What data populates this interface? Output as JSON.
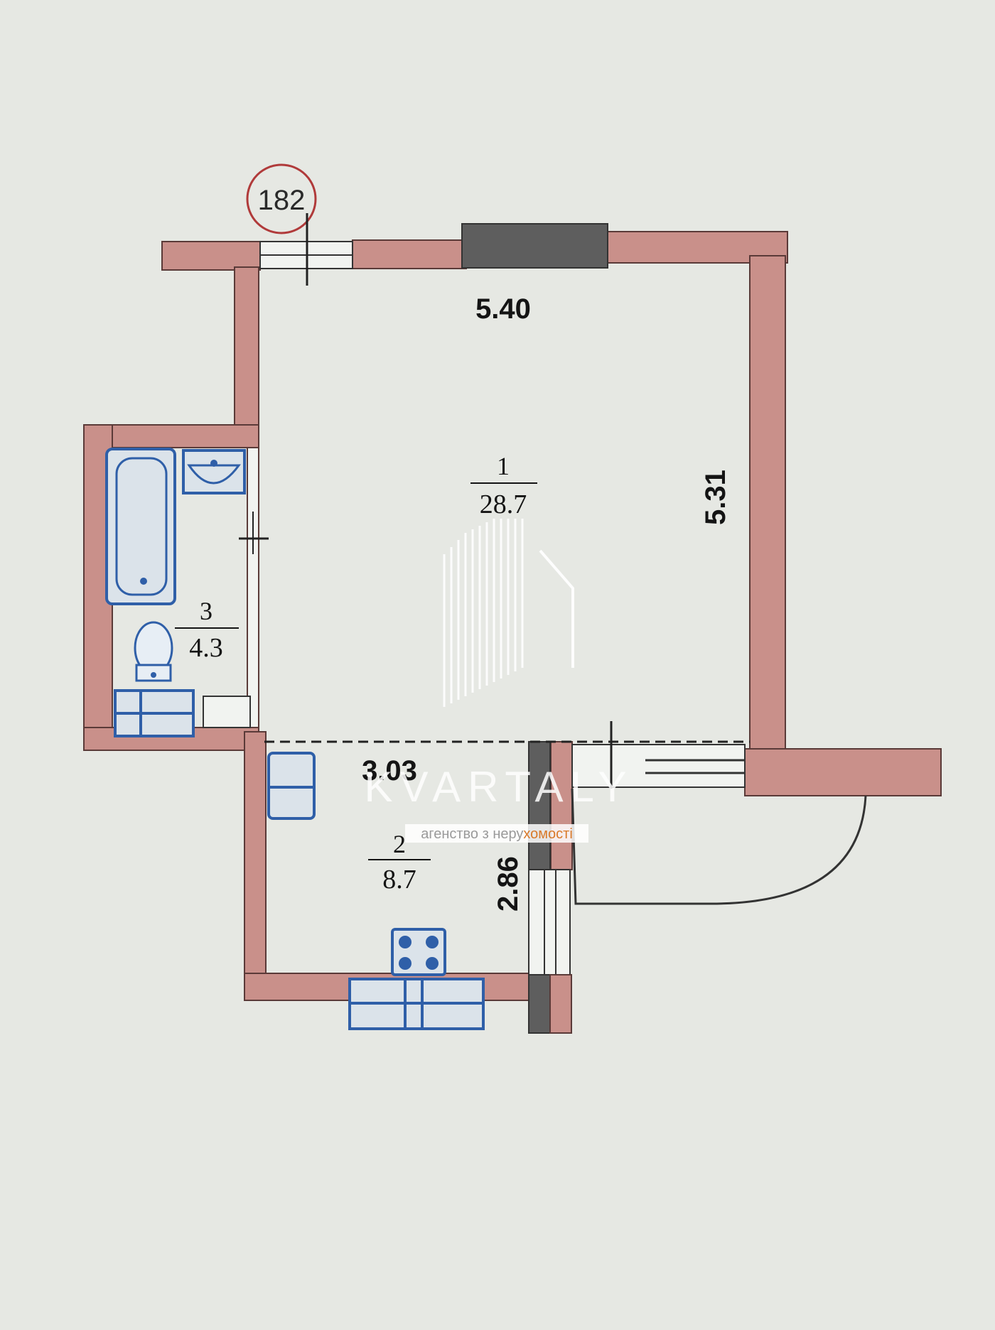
{
  "plan": {
    "plan_number": "182",
    "dimensions": {
      "top_width": "5.40",
      "right_height": "5.31",
      "kitchen_width": "3.03",
      "kitchen_depth": "2.86"
    },
    "rooms": [
      {
        "number": "1",
        "area": "28.7"
      },
      {
        "number": "2",
        "area": "8.7"
      },
      {
        "number": "3",
        "area": "4.3"
      }
    ]
  },
  "watermark": {
    "brand": "KVARTALY",
    "tagline_part1": "агенство з неру",
    "tagline_part2": "хомості"
  },
  "colors": {
    "wall": "#c9908a",
    "fixture": "#2f5fa8",
    "column": "#5e5e5e",
    "marker": "#b03a3a"
  }
}
